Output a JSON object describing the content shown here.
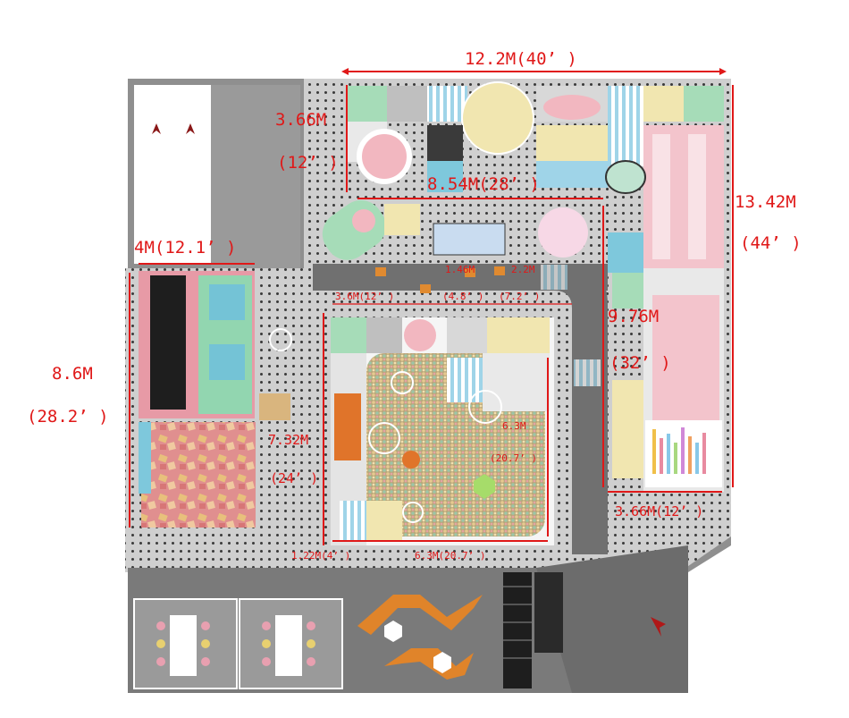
{
  "dimensions": {
    "top_width": "12.2M(40’ )",
    "left_depth_m": "3.66M",
    "left_depth_ft": "(12’ )",
    "mid_width": "8.54M(28’ )",
    "right_height_m": "13.42M",
    "right_height_ft": "(44’ )",
    "trampoline_width": "4M(12.1’ )",
    "left_height_m": "8.6M",
    "left_height_ft": "(28.2’ )",
    "pit_top_a": "3.6M(12’ )",
    "pit_top_b": "1.46M",
    "pit_top_b_ft": "(4.8’ )",
    "pit_top_c": "2.2M",
    "pit_top_c_ft": "(7.2’ )",
    "right_mid_m": "9.76M",
    "right_mid_ft": "(32’ )",
    "pit_left_m": "7.32M",
    "pit_left_ft": "(24’ )",
    "pit_inner_m": "6.3M",
    "pit_inner_ft": "(20.7’ )",
    "bottom_right": "3.66M(12’ )",
    "bottom_small": "1.22M(4’ )",
    "bottom_mid": "6.3M(20.7’ )"
  },
  "colors": {
    "floor": "#8c8c8c",
    "pegboard": "#c9c9c9",
    "road": "#6e6e6e",
    "dimension": "#e01818",
    "mint": "#9fd8b4",
    "pink": "#f0a8b4",
    "teal_blue": "#7ec8dc",
    "orange": "#e8862a",
    "cream": "#f1e6b0",
    "dark_floor": "#6a6a6a"
  },
  "icons": [
    "entrance-arrow-icon",
    "ball-pit-icon",
    "trampoline-icon",
    "table-icon",
    "stairs-icon",
    "car-icon"
  ]
}
